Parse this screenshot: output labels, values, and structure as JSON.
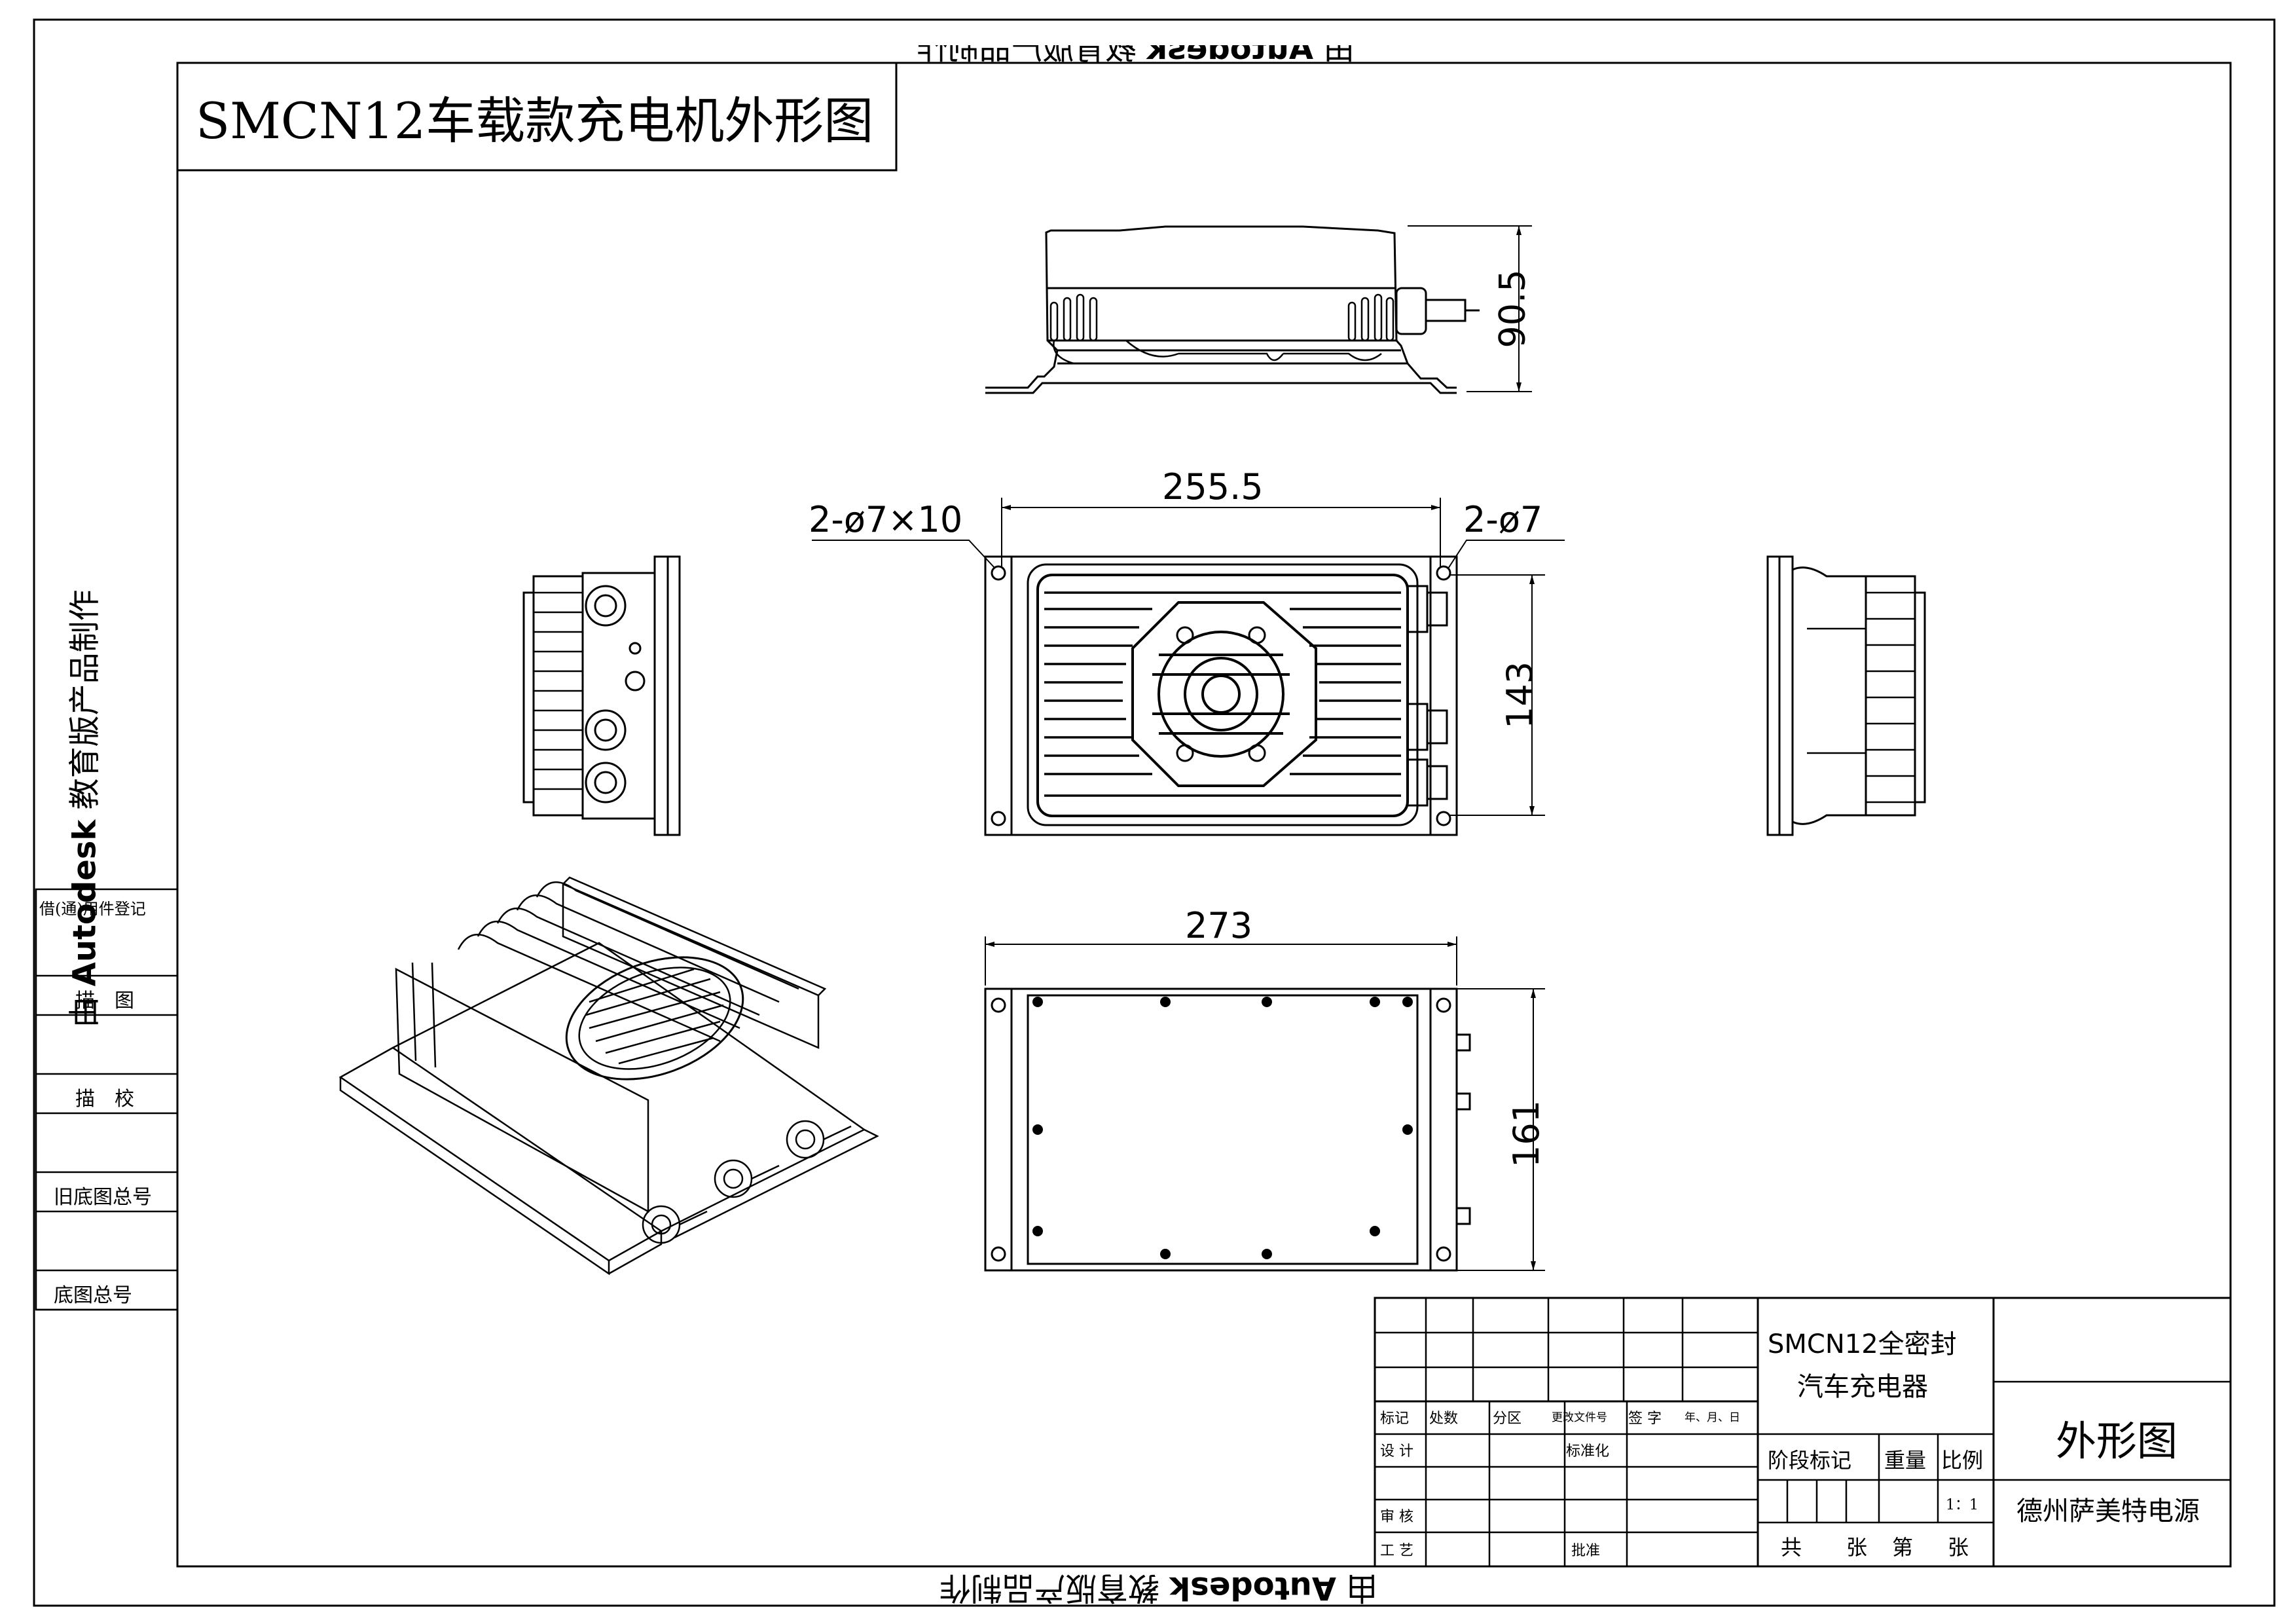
{
  "drawing_title": "SMCN12车载款充电机外形图",
  "watermark": {
    "brand": "Autodesk",
    "prefix": "由",
    "suffix": "教育版产品制作"
  },
  "dimensions": {
    "side_height": "90.5",
    "top_length": "255.5",
    "top_height": "143",
    "slot_holes": "2-ø7×10",
    "round_holes": "2-ø7",
    "bottom_length": "273",
    "bottom_height": "161"
  },
  "side_table": {
    "row1": "借(通)用件登记",
    "row2": "描　图",
    "row3": "描　校",
    "row4": "旧底图总号",
    "row5": "底图总号"
  },
  "title_block": {
    "product_name_line1": "SMCN12全密封",
    "product_name_line2": "汽车充电器",
    "drawing_name": "外形图",
    "company": "德州萨美特电源",
    "header_mark": "标记",
    "header_count": "处数",
    "header_zone": "分区",
    "header_doc": "更改文件号",
    "header_sign": "签 字",
    "header_date": "年、月、日",
    "design": "设 计",
    "standardize": "标准化",
    "review": "审 核",
    "process": "工 艺",
    "approve": "批准",
    "stage_mark": "阶段标记",
    "weight": "重量",
    "scale_label": "比例",
    "scale_value": "1：1",
    "sheets_total": "共",
    "sheets_unit": "张",
    "sheet_no": "第",
    "sheet_unit2": "张"
  }
}
